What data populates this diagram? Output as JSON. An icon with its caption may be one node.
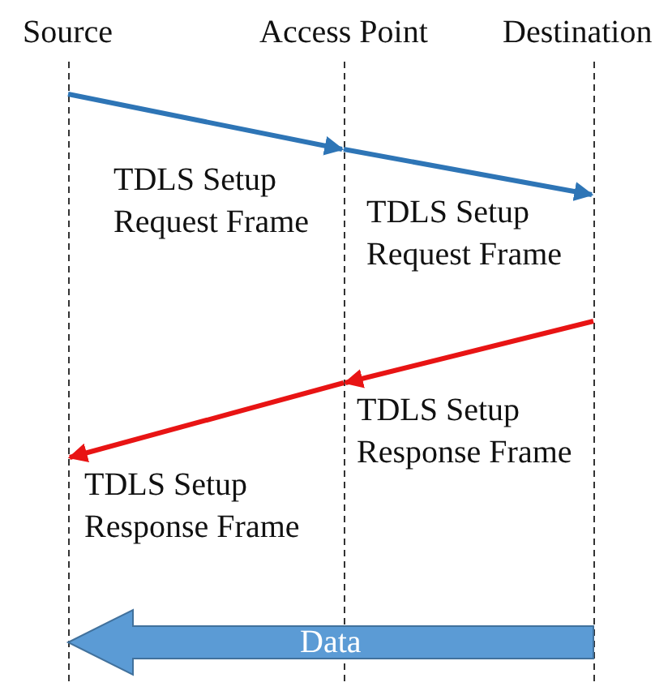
{
  "diagram": {
    "nodes": [
      {
        "text": [
          "Source"
        ]
      },
      {
        "text": [
          "Access Point"
        ]
      },
      {
        "text": [
          "Destination"
        ]
      }
    ],
    "edges": [
      {
        "from": 0,
        "to": 1,
        "arrow": "to",
        "label": "TDLS Setup Request Frame",
        "color": "#2e75b6"
      },
      {
        "from": 1,
        "to": 2,
        "arrow": "to",
        "label": "TDLS Setup Request Frame",
        "color": "#2e75b6"
      },
      {
        "from": 2,
        "to": 1,
        "arrow": "to",
        "label": "TDLS Setup Response Frame",
        "color": "#e81414"
      },
      {
        "from": 1,
        "to": 0,
        "arrow": "to",
        "label": "TDLS Setup Response Frame",
        "color": "#e81414"
      },
      {
        "from": 2,
        "to": 0,
        "arrow": "to",
        "label": "Data",
        "style": "thick",
        "color": "#5b9bd5"
      }
    ]
  }
}
